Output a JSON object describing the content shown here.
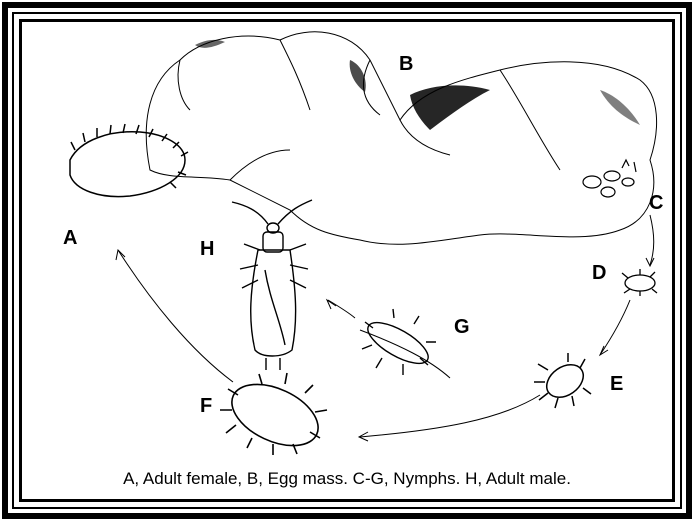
{
  "labels": {
    "a": "A",
    "b": "B",
    "c": "C",
    "d": "D",
    "e": "E",
    "f": "F",
    "g": "G",
    "h": "H"
  },
  "caption": "A, Adult female, B, Egg mass. C-G, Nymphs. H, Adult male."
}
